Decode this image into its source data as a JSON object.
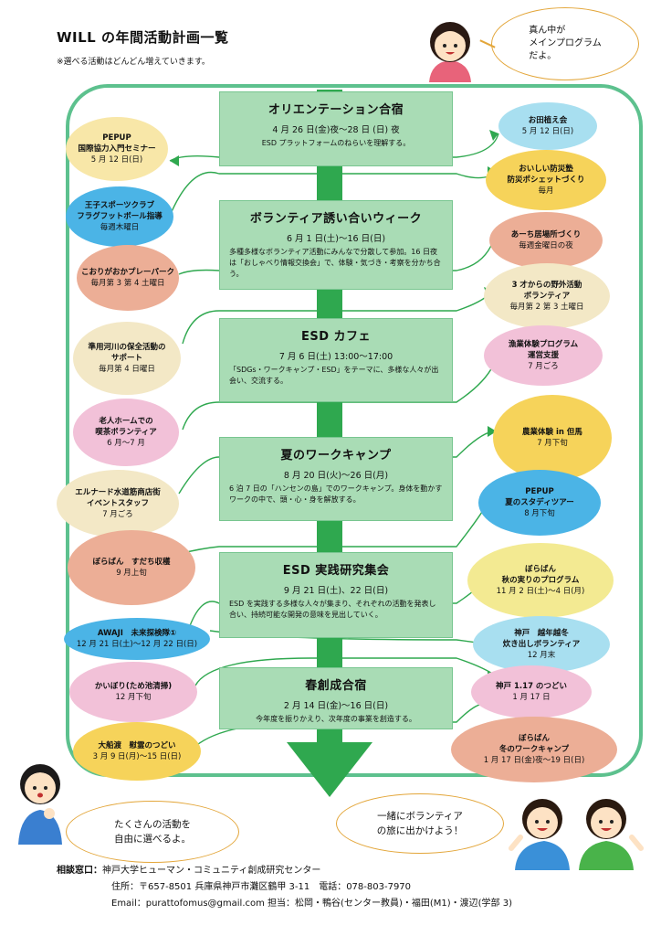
{
  "header": {
    "title": "WILL の年間活動計画一覧",
    "subtitle": "※選べる活動はどんどん増えていきます。"
  },
  "speech": {
    "top": "真ん中が\nメインプログラム\nだよ。",
    "left": "たくさんの活動を\n自由に選べるよ。",
    "right": "一緒にボランティア\nの旅に出かけよう！"
  },
  "main_programs": [
    {
      "title": "オリエンテーション合宿",
      "date": "4 月 26 日(金)夜～28 日 (日) 夜",
      "desc": "ESD プラットフォームのねらいを理解する。"
    },
    {
      "title": "ボランティア誘い合いウィーク",
      "date": "6 月 1 日(土)～16 日(日)",
      "desc": "多種多様なボランティア活動にみんなで分散して参加。16 日夜は「おしゃべり情報交換会」で、体験・気づき・考察を分かち合う。"
    },
    {
      "title": "ESD カフェ",
      "date": "7 月 6 日(土) 13:00～17:00",
      "desc": "「SDGs・ワークキャンプ・ESD」をテーマに、多様な人々が出会い、交流する。"
    },
    {
      "title": "夏のワークキャンプ",
      "date": "8 月 20 日(火)～26 日(月)",
      "desc": "6 泊 7 日の「ハンセンの島」でのワークキャンプ。身体を動かすワークの中で、頭・心・身を解放する。"
    },
    {
      "title": "ESD 実践研究集会",
      "date": "9 月 21 日(土)、22 日(日)",
      "desc": "ESD を実践する多様な人々が集まり、それぞれの活動を発表し合い、持続可能な開発の意味を見出していく。"
    },
    {
      "title": "春創成合宿",
      "date": "2 月 14 日(金)～16 日(日)",
      "desc": "今年度を振りかえり、次年度の事業を創造する。"
    }
  ],
  "left_activities": [
    {
      "name": "PEPUP\n国際協力入門セミナー",
      "date": "5 月 12 日(日)",
      "color": "#f8e7a8"
    },
    {
      "name": "王子スポーツクラブ\nフラグフットボール指導",
      "date": "毎週木曜日",
      "color": "#4bb4e6"
    },
    {
      "name": "こおりがおかプレーパーク",
      "date": "毎月第 3 第 4 土曜日",
      "color": "#ecae96"
    },
    {
      "name": "準用河川の保全活動の\nサポート",
      "date": "毎月第 4 日曜日",
      "color": "#f3e8c6"
    },
    {
      "name": "老人ホームでの\n喫茶ボランティア",
      "date": "6 月～7 月",
      "color": "#f2c1d8"
    },
    {
      "name": "エルナード水道筋商店街\nイベントスタッフ",
      "date": "7 月ごろ",
      "color": "#f3e8c6"
    },
    {
      "name": "ぼらばん　すだち収穫",
      "date": "9 月上旬",
      "color": "#ecae96"
    },
    {
      "name": "AWAJI　未来探検隊①",
      "date": "12 月 21 日(土)～12 月 22 日(日)",
      "color": "#4bb4e6"
    },
    {
      "name": "かいぼり(ため池清掃)",
      "date": "12 月下旬",
      "color": "#f2c1d8"
    },
    {
      "name": "大船渡　慰霊のつどい",
      "date": "3 月 9 日(月)～15 日(日)",
      "color": "#f6d35a"
    }
  ],
  "right_activities": [
    {
      "name": "お田植え会",
      "date": "5 月 12 日(日)",
      "color": "#a8dff0"
    },
    {
      "name": "おいしい防災塾\n防災ポシェットづくり",
      "date": "毎月",
      "color": "#f6d35a"
    },
    {
      "name": "あーち居場所づくり",
      "date": "毎週金曜日の夜",
      "color": "#ecae96"
    },
    {
      "name": "3 才からの野外活動\nボランティア",
      "date": "毎月第 2 第 3 土曜日",
      "color": "#f3e8c6"
    },
    {
      "name": "漁業体験プログラム\n運営支援",
      "date": "7 月ごろ",
      "color": "#f2c1d8"
    },
    {
      "name": "農業体験 in 但馬",
      "date": "7 月下旬",
      "color": "#f6d35a"
    },
    {
      "name": "PEPUP\n夏のスタディツアー",
      "date": "8 月下旬",
      "color": "#4bb4e6"
    },
    {
      "name": "ぼらばん\n秋の実りのプログラム",
      "date": "11 月 2 日(土)～4 日(月)",
      "color": "#f3ea92"
    },
    {
      "name": "神戸　越年越冬\n炊き出しボランティア",
      "date": "12 月末",
      "color": "#a8dff0"
    },
    {
      "name": "神戸 1.17 のつどい",
      "date": "1 月 17 日",
      "color": "#f2c1d8"
    },
    {
      "name": "ぼらばん\n冬のワークキャンプ",
      "date": "1 月 17 日(金)夜～19 日(日)",
      "color": "#ecae96"
    }
  ],
  "contact": {
    "label": "相談窓口：",
    "line1": "神戸大学ヒューマン・コミュニティ創成研究センター",
    "line2": "住所：〒657-8501 兵庫県神戸市灘区鶴甲 3-11　電話：078-803-7970",
    "line3": "Email：purattofomus@gmail.com 担当：松岡・鴨谷(センター教員)・福田(M1)・渡辺(学部 3)"
  },
  "colors": {
    "frame": "#5dc18e",
    "arrow": "#2fa84f",
    "program_bg": "#a9dcb5",
    "bubble_border": "#e3a63a"
  }
}
